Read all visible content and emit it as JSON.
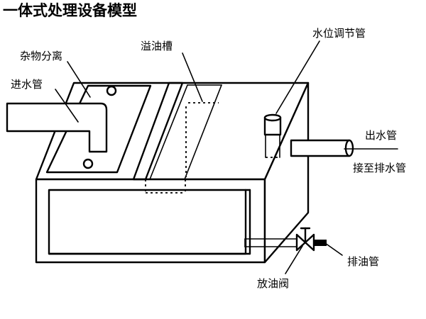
{
  "title": "一体式处理设备模型",
  "labels": {
    "debris_separation": "杂物分离",
    "inlet_pipe": "进水管",
    "overflow_trough": "溢油槽",
    "water_level_pipe": "水位调节管",
    "outlet_pipe": "出水管",
    "to_drain": "接至排水管",
    "oil_drain_pipe": "排油管",
    "oil_drain_valve": "放油阀"
  }
}
